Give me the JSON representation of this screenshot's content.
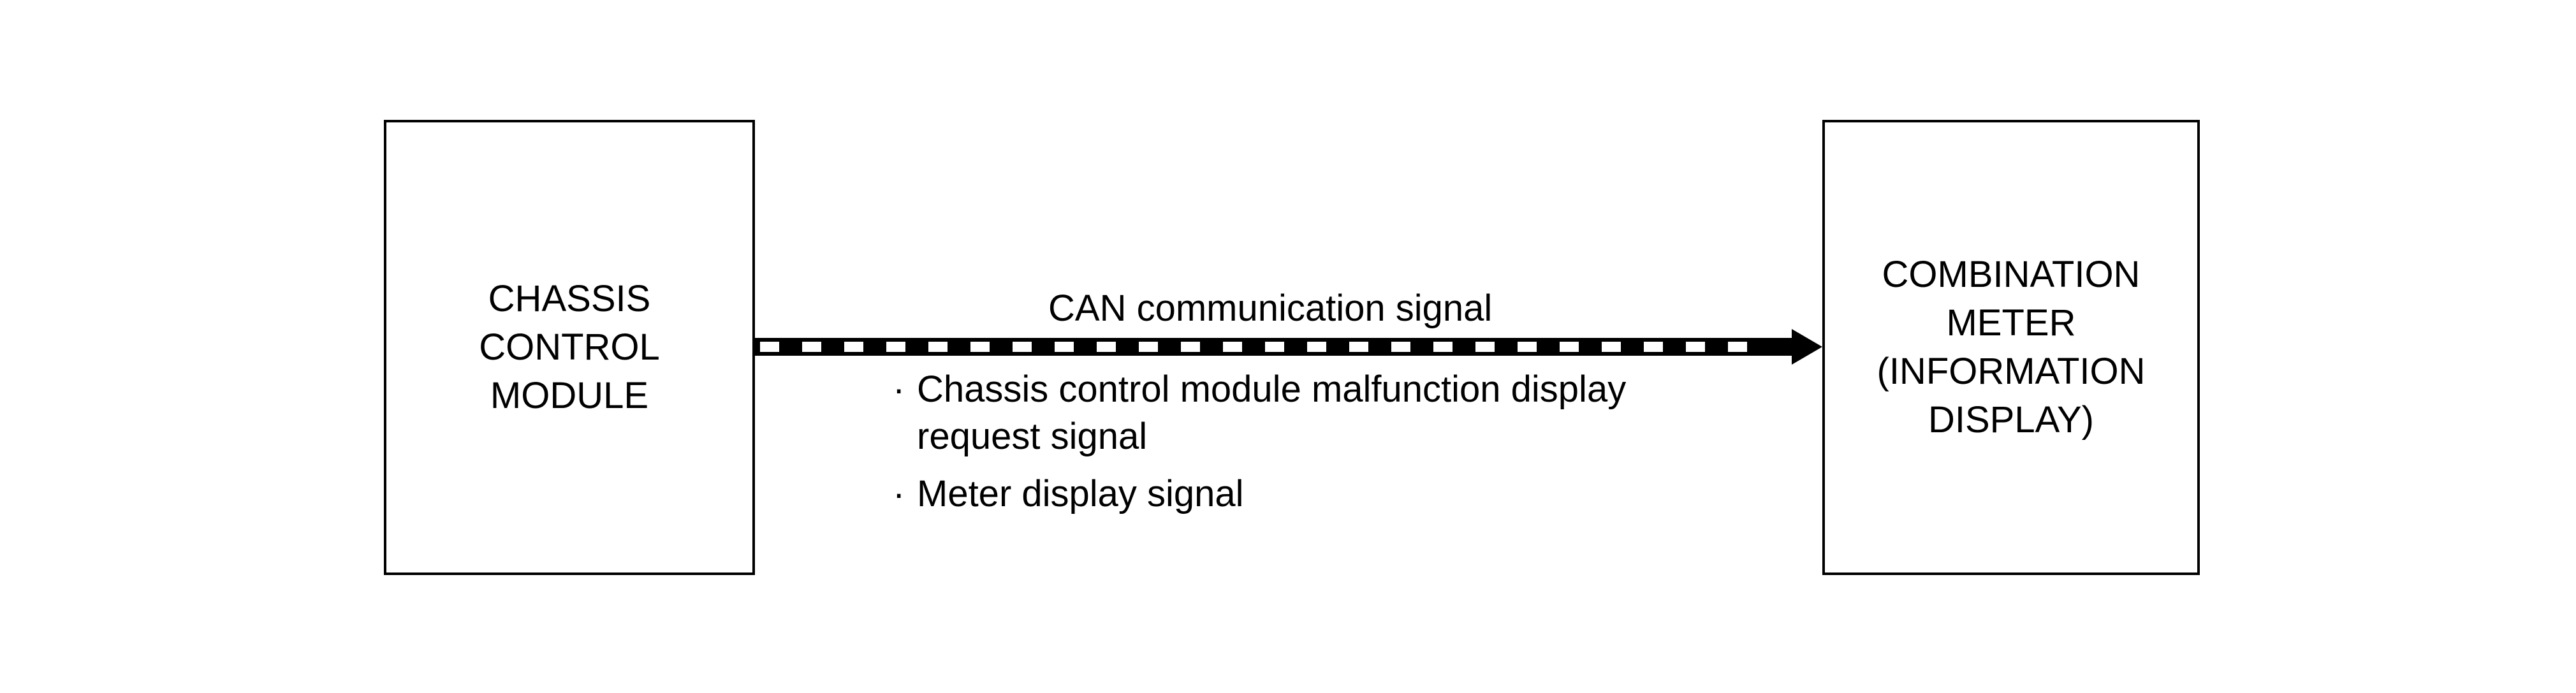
{
  "diagram": {
    "source_block": {
      "label": "CHASSIS\nCONTROL\nMODULE"
    },
    "target_block": {
      "label": "COMBINATION\nMETER\n(INFORMATION\nDISPLAY)"
    },
    "connection": {
      "label": "CAN communication signal",
      "style": "dashed-can-line",
      "direction": "source-to-target",
      "signals": [
        {
          "bullet": "·",
          "line1": "Chassis control module malfunction display",
          "line2": "request signal"
        },
        {
          "bullet": "·",
          "line1": "Meter display signal"
        }
      ]
    },
    "colors": {
      "line": "#000000",
      "background": "#ffffff"
    }
  }
}
